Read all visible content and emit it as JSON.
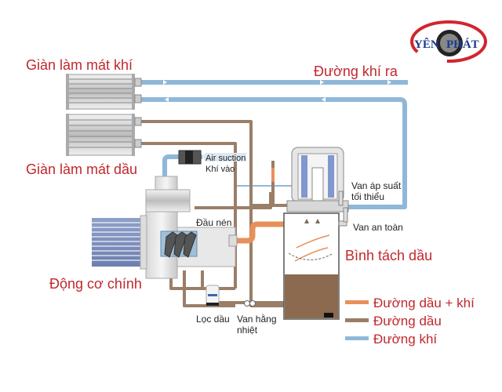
{
  "logo": {
    "text_left": "YÊN",
    "text_right": "PHÁT",
    "ring_color": "#d0272e",
    "text_color": "#1b3a8c"
  },
  "labels": {
    "air_cooler": "Giàn làm mát khí",
    "oil_cooler": "Giàn làm mát dầu",
    "air_out": "Đường khí ra",
    "air_suction_en": "Air suction",
    "air_suction_vi": "Khí vào",
    "min_pressure_valve_1": "Van áp suất",
    "min_pressure_valve_2": "tối thiểu",
    "safety_valve": "Van an toàn",
    "compressor_head": "Đầu nén",
    "separator": "Bình tách dầu",
    "main_motor": "Động cơ chính",
    "oil_filter": "Lọc dầu",
    "thermo_valve_1": "Van hằng",
    "thermo_valve_2": "nhiệt"
  },
  "legend": [
    {
      "label": "Đường dầu + khí",
      "color": "#e8905a"
    },
    {
      "label": "Đường dầu",
      "color": "#9b7e68"
    },
    {
      "label": "Đường khí",
      "color": "#8fb8d8"
    }
  ],
  "colors": {
    "air": "#8fb8d8",
    "oil": "#9b7e68",
    "oil_air": "#e8905a",
    "label_red": "#c0282d",
    "oil_fill": "#8c6a50"
  }
}
